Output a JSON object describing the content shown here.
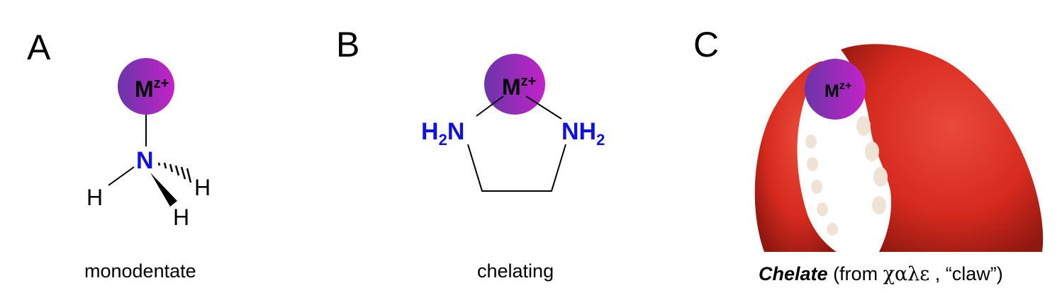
{
  "panels": {
    "a": {
      "letter": "A",
      "metal": "M",
      "metal_sup": "z+",
      "donor_atom": "N",
      "hydrogens": [
        "H",
        "H",
        "H"
      ],
      "caption": "monodentate"
    },
    "b": {
      "letter": "B",
      "metal": "M",
      "metal_sup": "z+",
      "left_ligand": "H",
      "left_ligand_sub": "2",
      "left_ligand_atom": "N",
      "right_ligand_atom": "NH",
      "right_ligand_sub": "2",
      "caption": "chelating"
    },
    "c": {
      "letter": "C",
      "metal": "M",
      "metal_sup": "z+",
      "caption_bold": "Chelate",
      "caption_pre": "(from",
      "caption_greek": "χαλε",
      "caption_post": ", “claw”)"
    }
  },
  "colors": {
    "metal_gradient_start": "#6a35a8",
    "metal_gradient_end": "#c223c8",
    "nitrogen_blue": "#1010e0",
    "claw_red": "#d62a1e",
    "claw_dark": "#7a120c",
    "claw_tooth": "#efe3d6"
  }
}
